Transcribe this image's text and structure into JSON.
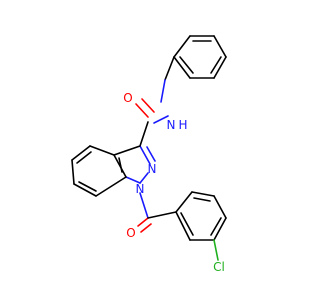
{
  "molecule": {
    "atom_labels": {
      "amide_oxygen": "O",
      "amide_nitrogen": "N",
      "amide_hydrogen": "H",
      "indazole_n2": "N",
      "indazole_n1": "N",
      "ketone_oxygen": "O",
      "chlorine": "Cl"
    },
    "colors": {
      "carbon_bond": "#000000",
      "nitrogen": "#1a1aff",
      "oxygen": "#ff0000",
      "chlorine": "#1fb01f"
    }
  }
}
